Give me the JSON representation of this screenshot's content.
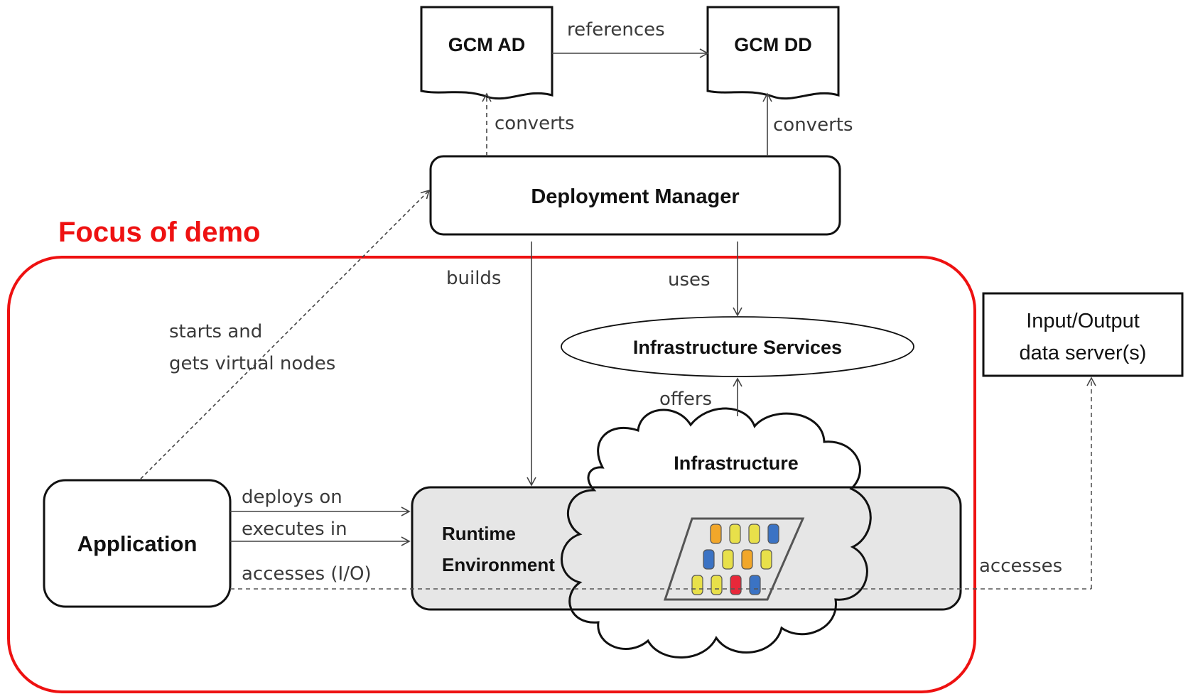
{
  "nodes": {
    "gcm_ad": "GCM AD",
    "gcm_dd": "GCM DD",
    "deployment_manager": "Deployment Manager",
    "infrastructure_services": "Infrastructure Services",
    "infrastructure": "Infrastructure",
    "runtime_environment_line1": "Runtime",
    "runtime_environment_line2": "Environment",
    "application": "Application",
    "io_server_line1": "Input/Output",
    "io_server_line2": "data server(s)"
  },
  "edges": {
    "references": "references",
    "converts_ad": "converts",
    "converts_dd": "converts",
    "builds": "builds",
    "uses": "uses",
    "offers": "offers",
    "starts_line1": "starts and",
    "starts_line2": "gets virtual nodes",
    "deploys_on": "deploys on",
    "executes_in": "executes in",
    "accesses_io": "accesses (I/O)",
    "accesses": "accesses"
  },
  "focus_label": "Focus of demo",
  "colors": {
    "focus": "#ee1111",
    "runtime_fill": "#e6e6e6",
    "vm_orange": "#f2a72a",
    "vm_yellow": "#e8e04a",
    "vm_blue": "#3b73c4",
    "vm_red": "#e8283a"
  },
  "vm_grid_colors": [
    [
      "vm_orange",
      "vm_yellow",
      "vm_yellow",
      "vm_blue"
    ],
    [
      "vm_blue",
      "vm_yellow",
      "vm_orange",
      "vm_yellow"
    ],
    [
      "vm_yellow",
      "vm_yellow",
      "vm_red",
      "vm_blue"
    ]
  ]
}
